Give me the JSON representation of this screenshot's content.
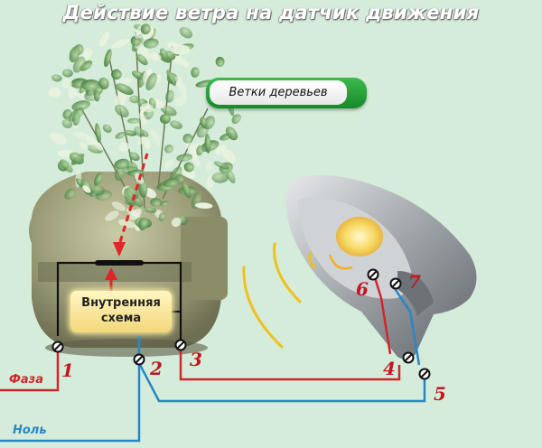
{
  "title": "Действие ветра на датчик движения",
  "callout": {
    "text": "Ветки деревьев"
  },
  "inner_scheme": {
    "line1": "Внутренняя",
    "line2": "схема"
  },
  "terminals": [
    "1",
    "2",
    "3",
    "4",
    "5",
    "6",
    "7"
  ],
  "labels": {
    "phase": "Фаза",
    "neutral": "Ноль"
  },
  "colors": {
    "phase_wire": "#d0272c",
    "neutral_wire": "#2a86c8",
    "number_red": "#c0181e",
    "callout_green": "#1f9a33",
    "wave_yellow": "#f0c020"
  }
}
